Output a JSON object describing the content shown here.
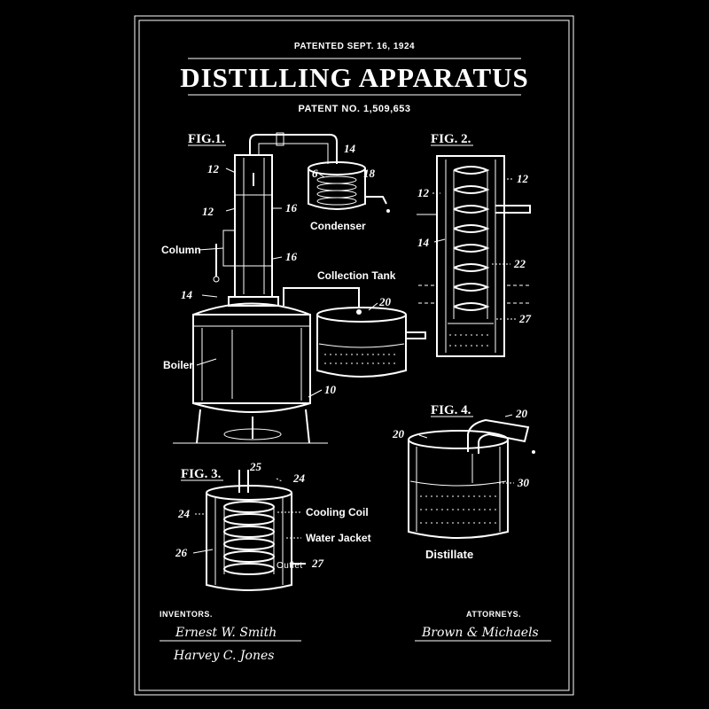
{
  "header": {
    "patented": "PATENTED SEPT. 16, 1924",
    "title": "DISTILLING APPARATUS",
    "patent_no": "PATENT NO. 1,509,653"
  },
  "fig1": {
    "label": "FIG.1.",
    "column": "Column",
    "boiler": "Boiler",
    "condenser": "Condenser",
    "collection_tank": "Collection Tank",
    "n14a": "14",
    "n6": "6",
    "n18": "18",
    "n12a": "12",
    "n12b": "12",
    "n16a": "16",
    "n16b": "16",
    "n14b": "14",
    "n20": "20",
    "n10": "10"
  },
  "fig2": {
    "label": "FIG. 2.",
    "n12a": "12",
    "n12b": "12",
    "n14": "14",
    "n22": "22",
    "n27": "27"
  },
  "fig3": {
    "label": "FIG. 3.",
    "cooling_coil": "Cooling Coil",
    "water_jacket": "Water Jacket",
    "outlet": "Outlet",
    "n25": "25",
    "n24a": "24",
    "n24b": "24",
    "n26": "26",
    "n27": "27"
  },
  "fig4": {
    "label": "FIG. 4.",
    "distillate": "Distillate",
    "n20a": "20",
    "n20b": "20",
    "n30": "30"
  },
  "footer": {
    "inventors_label": "INVENTORS.",
    "inventor1": "Ernest W. Smith",
    "inventor2": "Harvey C. Jones",
    "attorneys_label": "ATTORNEYS.",
    "attorney": "Brown & Michaels"
  }
}
